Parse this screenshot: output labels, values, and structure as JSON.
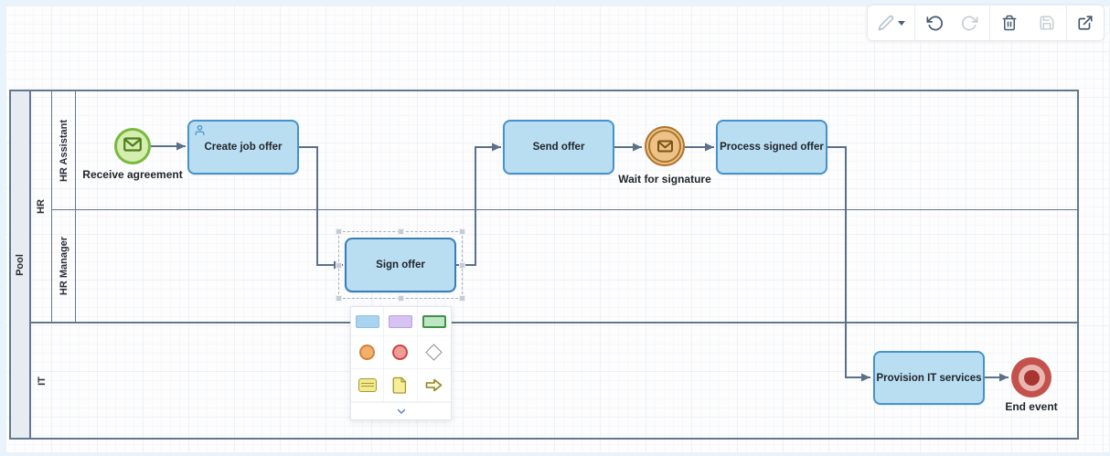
{
  "toolbar": {
    "buttons": [
      {
        "icon": "pencil-icon",
        "enabled": true,
        "dropdown": true
      },
      {
        "icon": "undo-icon",
        "enabled": true
      },
      {
        "icon": "redo-icon",
        "enabled": false
      },
      {
        "icon": "trash-icon",
        "enabled": true
      },
      {
        "icon": "save-icon",
        "enabled": false
      },
      {
        "icon": "open-external-icon",
        "enabled": true
      }
    ]
  },
  "pool": {
    "label": "Pool",
    "lanes": [
      {
        "label": "HR",
        "sublanes": [
          {
            "label": "HR Assistant"
          },
          {
            "label": "HR Manager"
          }
        ]
      },
      {
        "label": "IT"
      }
    ]
  },
  "nodes": [
    {
      "type": "message-start-event",
      "label": "Receive agreement",
      "color": "green"
    },
    {
      "type": "user-task",
      "label": "Create job offer",
      "color": "blue"
    },
    {
      "type": "task",
      "label": "Sign offer",
      "color": "blue",
      "selected": true
    },
    {
      "type": "task",
      "label": "Send offer",
      "color": "blue"
    },
    {
      "type": "message-intermediate-catch-event",
      "label": "Wait for signature",
      "color": "orange"
    },
    {
      "type": "task",
      "label": "Process signed offer",
      "color": "blue"
    },
    {
      "type": "task",
      "label": "Provision IT services",
      "color": "blue"
    },
    {
      "type": "end-event",
      "label": "End event",
      "color": "red"
    }
  ],
  "connections": [
    {
      "from": "Receive agreement",
      "to": "Create job offer"
    },
    {
      "from": "Create job offer",
      "to": "Sign offer"
    },
    {
      "from": "Sign offer",
      "to": "Send offer"
    },
    {
      "from": "Send offer",
      "to": "Wait for signature"
    },
    {
      "from": "Wait for signature",
      "to": "Process signed offer"
    },
    {
      "from": "Process signed offer",
      "to": "Provision IT services"
    },
    {
      "from": "Provision IT services",
      "to": "End event"
    }
  ],
  "palette": {
    "items": [
      "blue-rect-swatch",
      "purple-rect-swatch",
      "green-rect-swatch",
      "orange-circle-swatch",
      "red-circle-swatch",
      "gateway-diamond-swatch",
      "yellow-card-swatch",
      "yellow-note-swatch",
      "block-arrow-swatch"
    ],
    "expand": "chevron-down-icon"
  },
  "colors": {
    "task_fill": "#b9def2",
    "task_border": "#4792c8",
    "start_fill": "#d5edae",
    "start_border": "#7ab83e",
    "catch_fill": "#ecc287",
    "catch_border": "#ad742c",
    "end_outer": "#c4524c",
    "end_inner_ring": "#eab6b1",
    "end_core": "#a83530",
    "lane_border": "#64778e",
    "pool_header_fill": "#e7ecf2",
    "connector": "#5b7189",
    "canvas_frame": "#e8f3fb"
  }
}
